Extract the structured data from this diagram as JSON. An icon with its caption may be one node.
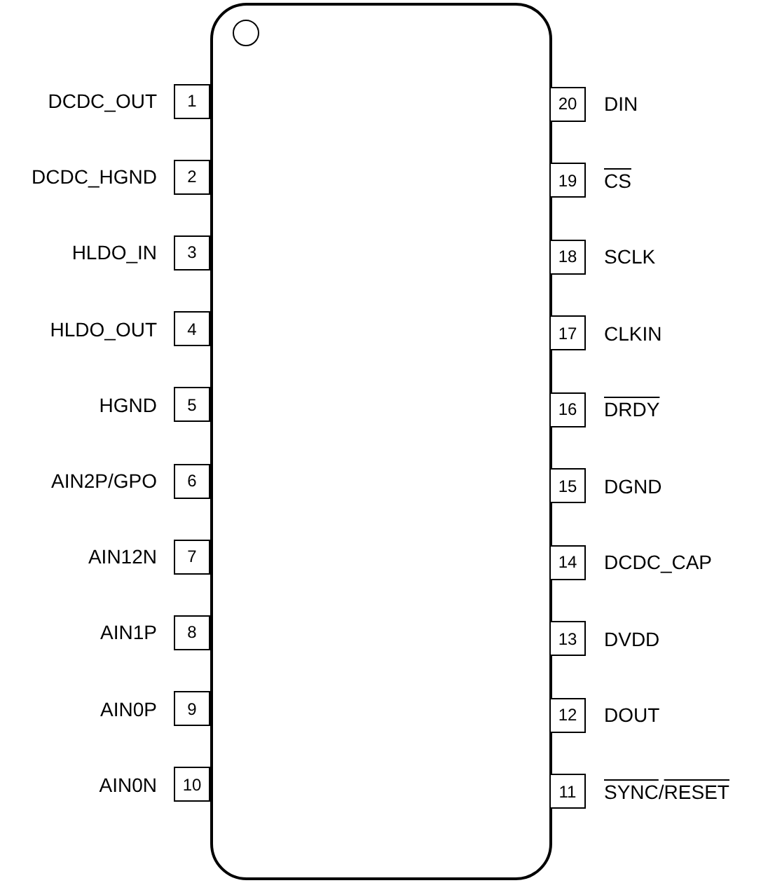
{
  "diagram": {
    "nodes": [
      {
        "text": [],
        "shape": "box"
      },
      {
        "text": [
          "1"
        ],
        "beside": [
          "DCDC_OUT"
        ]
      },
      {
        "text": [
          "2"
        ],
        "beside": [
          "DCDC_HGND"
        ]
      },
      {
        "text": [
          "3"
        ],
        "beside": [
          "HLDO_IN"
        ]
      },
      {
        "text": [
          "4"
        ],
        "beside": [
          "HLDO_OUT"
        ]
      },
      {
        "text": [
          "5"
        ],
        "beside": [
          "HGND"
        ]
      },
      {
        "text": [
          "6"
        ],
        "beside": [
          "AIN2P/GPO"
        ]
      },
      {
        "text": [
          "7"
        ],
        "beside": [
          "AIN12N"
        ]
      },
      {
        "text": [
          "8"
        ],
        "beside": [
          "AIN1P"
        ]
      },
      {
        "text": [
          "9"
        ],
        "beside": [
          "AIN0P"
        ]
      },
      {
        "text": [
          "10"
        ],
        "beside": [
          "AIN0N"
        ]
      },
      {
        "text": [
          "11"
        ],
        "beside": [
          "SYNC/RESET"
        ]
      },
      {
        "text": [
          "12"
        ],
        "beside": [
          "DOUT"
        ]
      },
      {
        "text": [
          "13"
        ],
        "beside": [
          "DVDD"
        ]
      },
      {
        "text": [
          "14"
        ],
        "beside": [
          "DCDC_CAP"
        ]
      },
      {
        "text": [
          "15"
        ],
        "beside": [
          "DGND"
        ]
      },
      {
        "text": [
          "16"
        ],
        "beside": [
          "DRDY"
        ]
      },
      {
        "text": [
          "17"
        ],
        "beside": [
          "CLKIN"
        ]
      },
      {
        "text": [
          "18"
        ],
        "beside": [
          "SCLK"
        ]
      },
      {
        "text": [
          "19"
        ],
        "beside": [
          "CS"
        ]
      },
      {
        "text": [
          "20"
        ],
        "beside": [
          "DIN"
        ]
      }
    ]
  }
}
